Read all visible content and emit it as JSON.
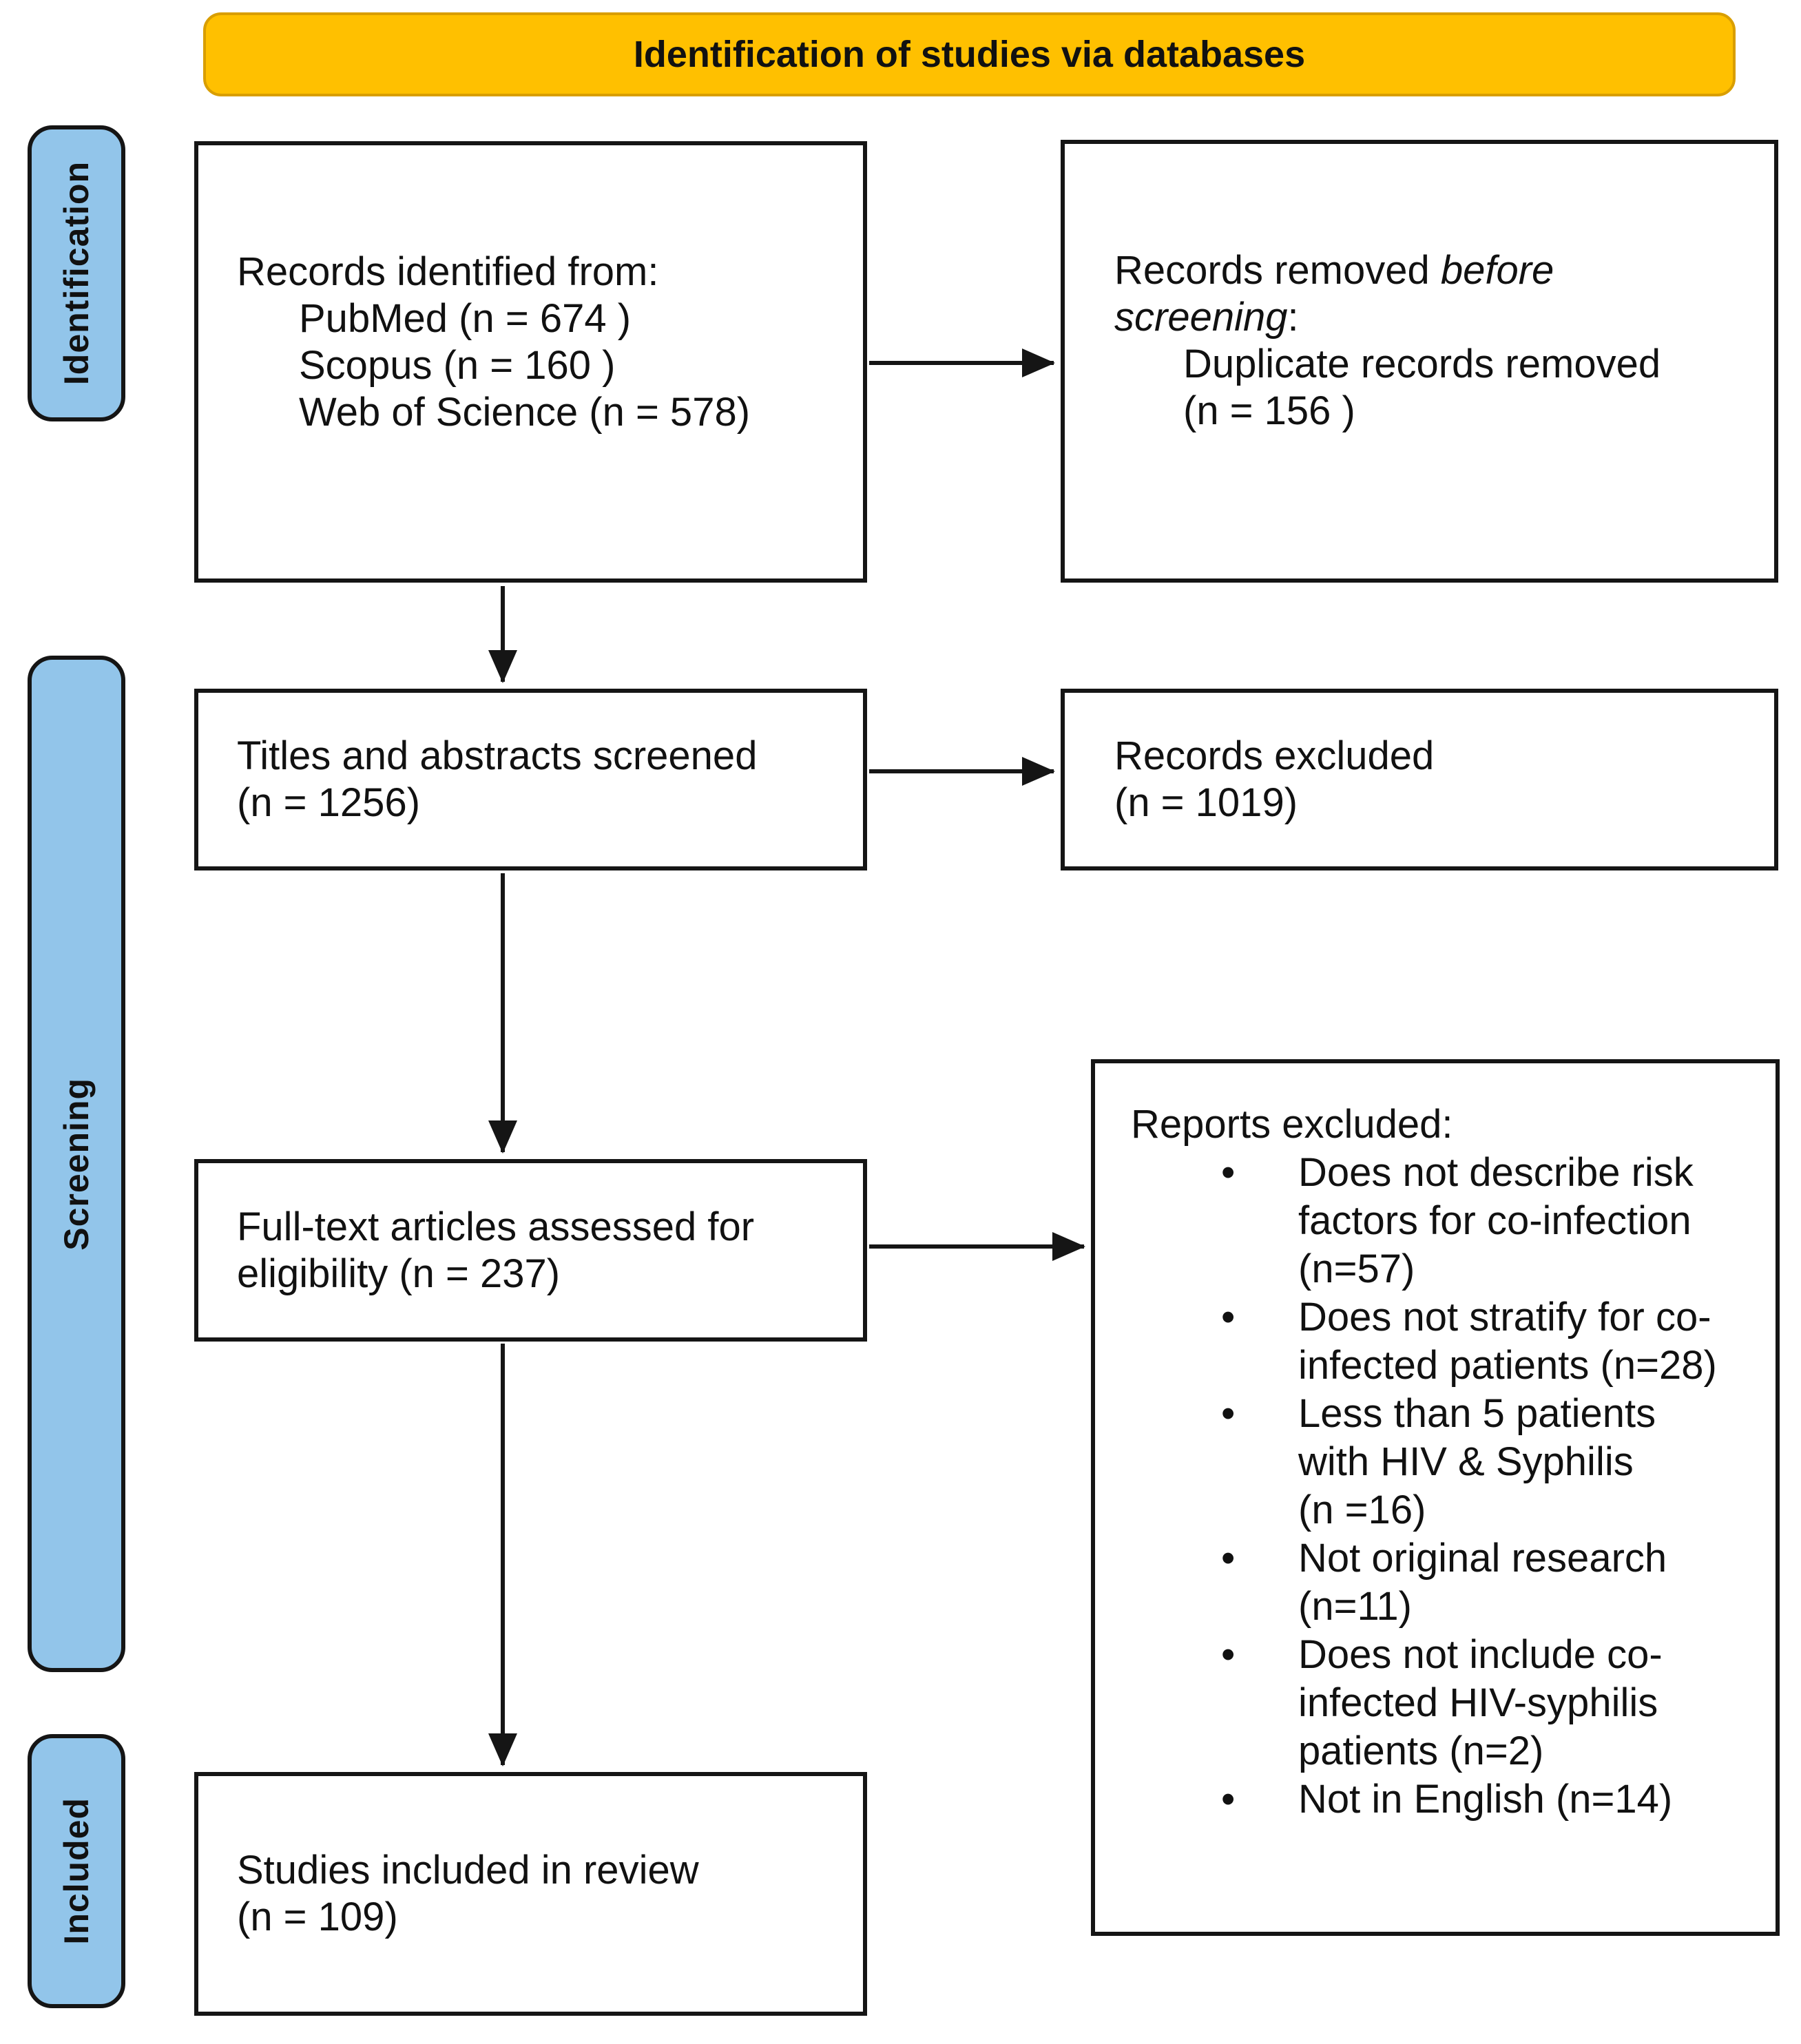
{
  "header": {
    "title": "Identification of studies via databases"
  },
  "sidebar": {
    "identification_label": "Identification",
    "screening_label": "Screening",
    "included_label": "Included"
  },
  "colors": {
    "header_fill": "#FFC000",
    "header_border": "#D99E00",
    "stage_fill": "#92C5EA",
    "line_and_border": "#151515"
  },
  "boxes": {
    "records_identified": {
      "intro": "Records identified from:",
      "sources": [
        "PubMed (n = 674 )",
        "Scopus (n = 160 )",
        "Web of Science (n = 578)"
      ]
    },
    "records_removed": {
      "prefix": "Records removed ",
      "italic_line1": "before",
      "italic_line2": "screening",
      "colon": ":",
      "detail_line1": "Duplicate records removed",
      "detail_line2": "(n = 156 )"
    },
    "titles_screened": {
      "line1": "Titles and abstracts screened",
      "line2": "(n = 1256)"
    },
    "records_excluded": {
      "line1": "Records excluded",
      "line2": "(n = 1019)"
    },
    "fulltext_assessed": {
      "line1": "Full-text articles assessed for",
      "line2": "eligibility (n = 237)"
    },
    "reports_excluded": {
      "title": "Reports excluded:",
      "bullet_char": "•",
      "bullets": [
        "Does not describe risk\nfactors for co-infection\n(n=57)",
        "Does not stratify for co-\ninfected patients (n=28)",
        "Less than 5 patients\nwith HIV & Syphilis\n(n =16)",
        "Not original research\n(n=11)",
        "Does not include co-\ninfected HIV-syphilis\npatients (n=2)",
        "Not in English (n=14)"
      ]
    },
    "studies_included": {
      "line1": "Studies included in review",
      "line2": "(n = 109)"
    }
  }
}
